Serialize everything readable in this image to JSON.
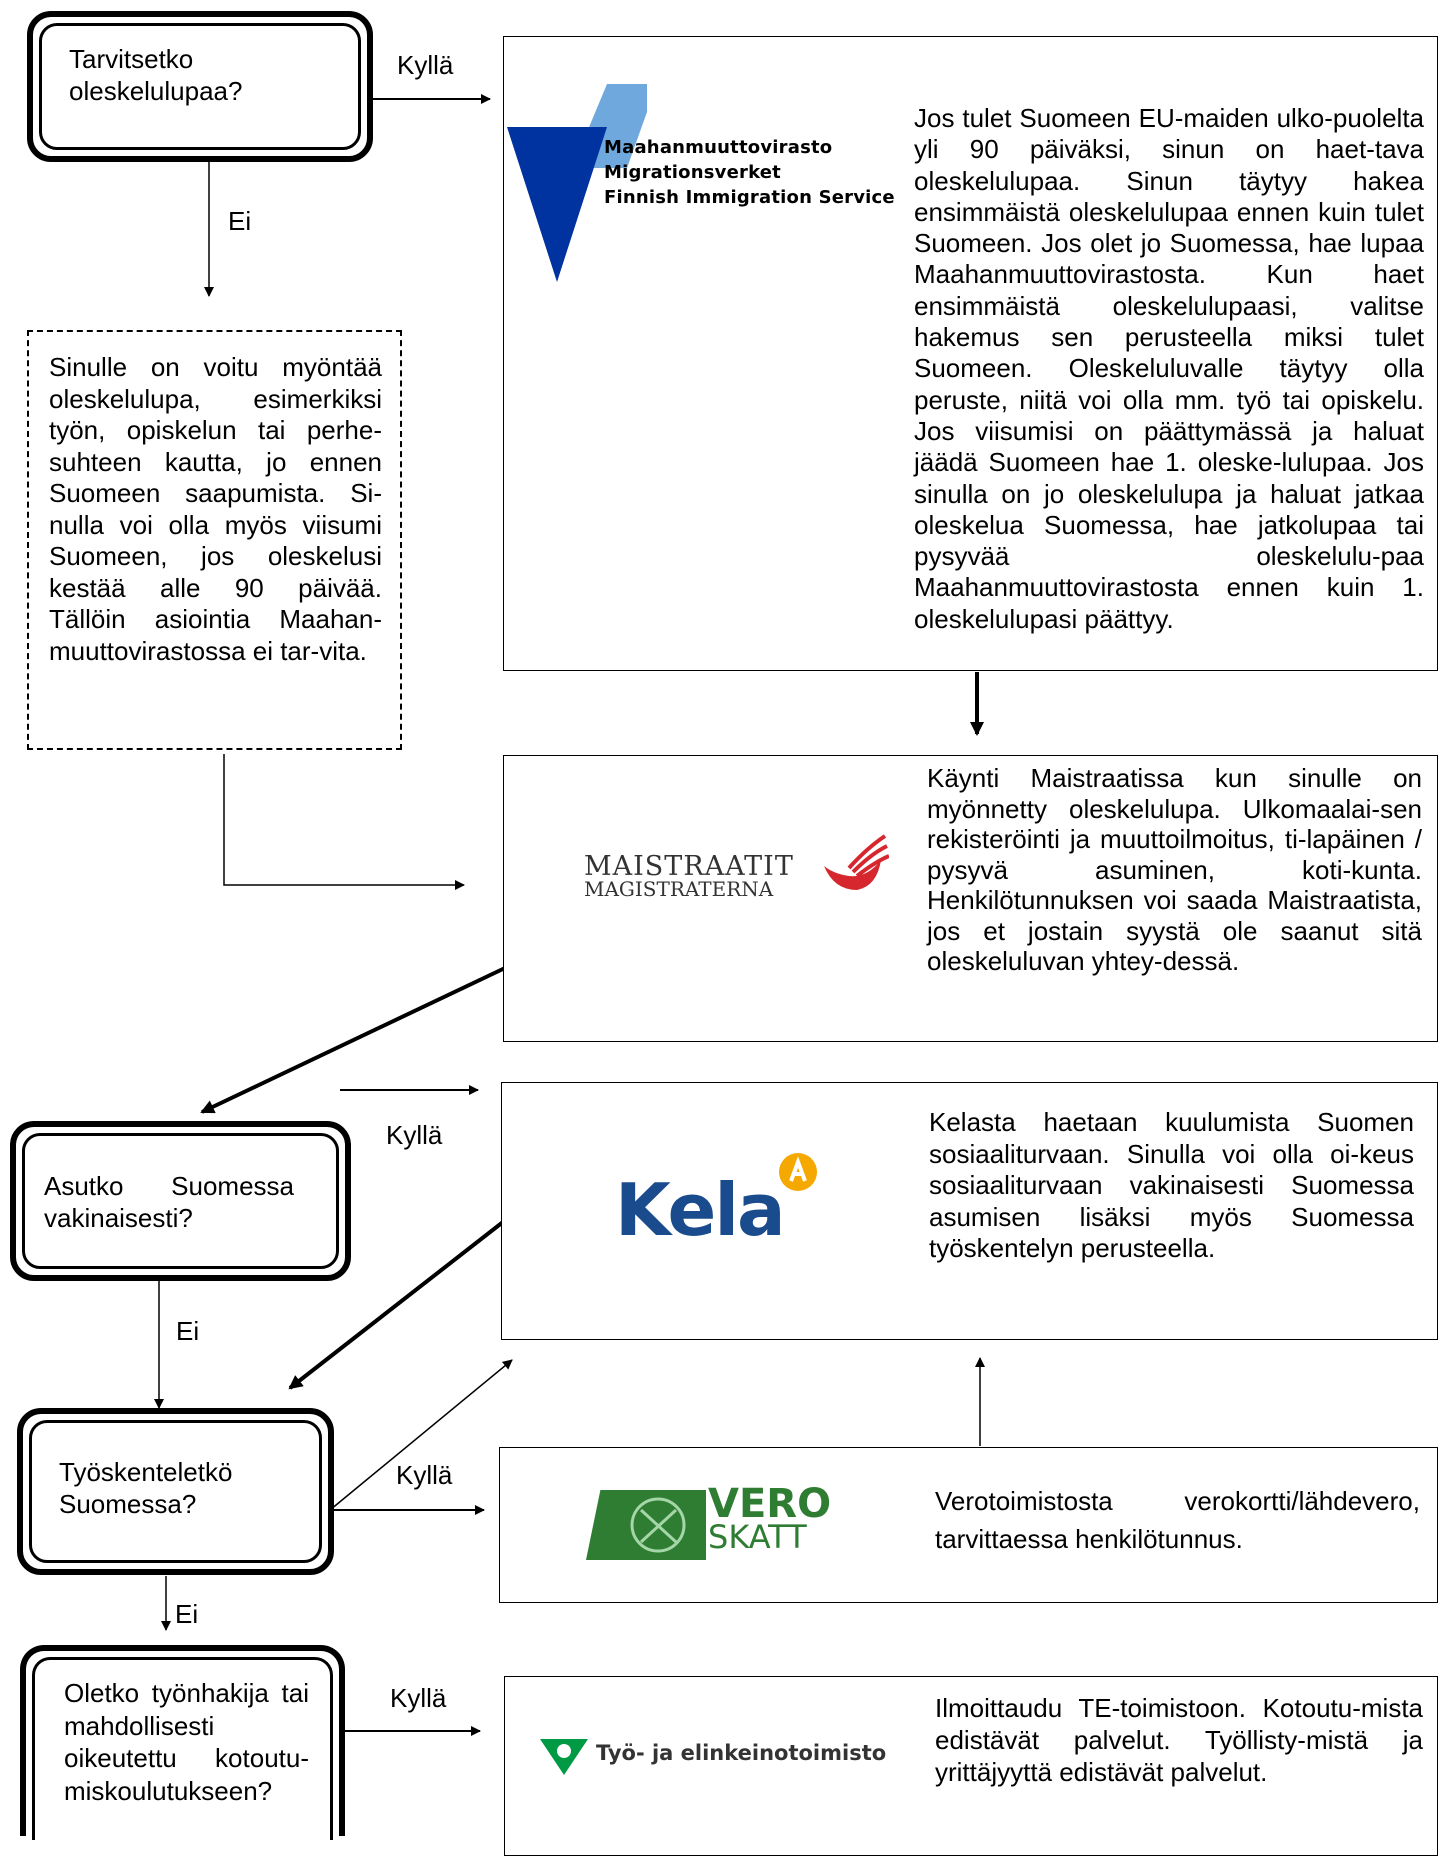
{
  "questions": {
    "q1": "Tarvitsetko oleskelulupaa?",
    "q2": "Asutko Suomessa vakinaisesti?",
    "q3": "Työskenteletkö Suomessa?",
    "q4": "Oletko työnhakija tai mahdollisesti oikeutettu kotoutu-miskoulutukseen?"
  },
  "edge_labels": {
    "q1_yes": "Kyllä",
    "q1_no": "Ei",
    "q2_yes": "Kyllä",
    "q2_no": "Ei",
    "q3_yes": "Kyllä",
    "q3_no": "Ei",
    "q4_yes": "Kyllä"
  },
  "dashed_note": "Sinulle on voitu myöntää oleskelulupa, esimerkiksi työn, opiskelun tai perhe-suhteen kautta, jo ennen Suomeen saapumista. Si-nulla voi olla myös viisumi Suomeen, jos oleskelusi kestää alle 90 päivää. Tällöin asiointia Maahan-muuttovirastossa ei tar-vita.",
  "offices": {
    "migri": {
      "logo_lines": [
        "Maahanmuuttovirasto",
        "Migrationsverket",
        "Finnish Immigration Service"
      ],
      "text": "Jos tulet Suomeen EU-maiden ulko-puolelta yli 90 päiväksi, sinun on haet-tava oleskelulupaa. Sinun täytyy hakea ensimmäistä oleskelulupaa ennen kuin tulet Suomeen. Jos olet jo Suomessa, hae lupaa Maahanmuuttovirastosta. Kun haet ensimmäistä oleskelulupaasi, valitse hakemus sen perusteella miksi tulet Suomeen. Oleskeluluvalle täytyy olla peruste, niitä voi olla mm. työ tai opiskelu. Jos viisumisi on päättymässä ja haluat jäädä Suomeen hae 1. oleske-lulupaa. Jos sinulla on jo oleskelulupa ja haluat jatkaa oleskelua Suomessa, hae jatkolupaa tai pysyvää oleskelulu-paa Maahanmuuttovirastosta ennen kuin 1. oleskelulupasi päättyy.",
      "brand_color": "#0033a0",
      "accent_color": "#6fa8dc"
    },
    "maistraatti": {
      "logo_lines": [
        "MAISTRAATIT",
        "MAGISTRATERNA"
      ],
      "text": "Käynti Maistraatissa kun sinulle on myönnetty oleskelulupa. Ulkomaalai-sen rekisteröinti ja muuttoilmoitus, ti-lapäinen / pysyvä asuminen, koti-kunta. Henkilötunnuksen voi saada Maistraatista, jos et jostain syystä ole saanut sitä oleskeluluvan yhtey-dessä.",
      "brand_color": "#d6262e"
    },
    "kela": {
      "logo_text": "Kela",
      "text": "Kelasta haetaan kuulumista Suomen sosiaaliturvaan. Sinulla voi olla oi-keus sosiaaliturvaan vakinaisesti Suomessa asumisen lisäksi myös Suomessa työskentelyn perusteella.",
      "brand_color": "#1a4b8c",
      "accent_color": "#f5a800"
    },
    "vero": {
      "logo_lines": [
        "VERO",
        "SKATT"
      ],
      "text": "Verotoimistosta verokortti/lähdevero, tarvittaessa henkilötunnus.",
      "brand_color": "#2e7d32"
    },
    "te": {
      "logo_text": "Työ- ja elinkeinotoimisto",
      "text": "Ilmoittaudu TE-toimistoon. Kotoutu-mista edistävät palvelut. Työllisty-mistä ja yrittäjyyttä edistävät palvelut.",
      "brand_color": "#009a44"
    }
  }
}
